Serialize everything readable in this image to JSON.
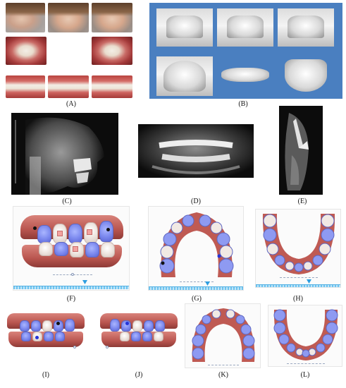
{
  "figure": {
    "panels": [
      {
        "id": "A",
        "label": "(A)"
      },
      {
        "id": "B",
        "label": "(B)"
      },
      {
        "id": "C",
        "label": "(C)"
      },
      {
        "id": "D",
        "label": "(D)"
      },
      {
        "id": "E",
        "label": "(E)"
      },
      {
        "id": "F",
        "label": "(F)"
      },
      {
        "id": "G",
        "label": "(G)"
      },
      {
        "id": "H",
        "label": "(H)"
      },
      {
        "id": "I",
        "label": "(I)"
      },
      {
        "id": "J",
        "label": "(J)"
      },
      {
        "id": "K",
        "label": "(K)"
      },
      {
        "id": "L",
        "label": "(L)"
      }
    ]
  },
  "colors": {
    "scan_background": "#4a7fc0",
    "aligner_blue": "#7f8cf0",
    "gum_red": "#b9554f",
    "timeline_blue": "#6ec3ef"
  }
}
